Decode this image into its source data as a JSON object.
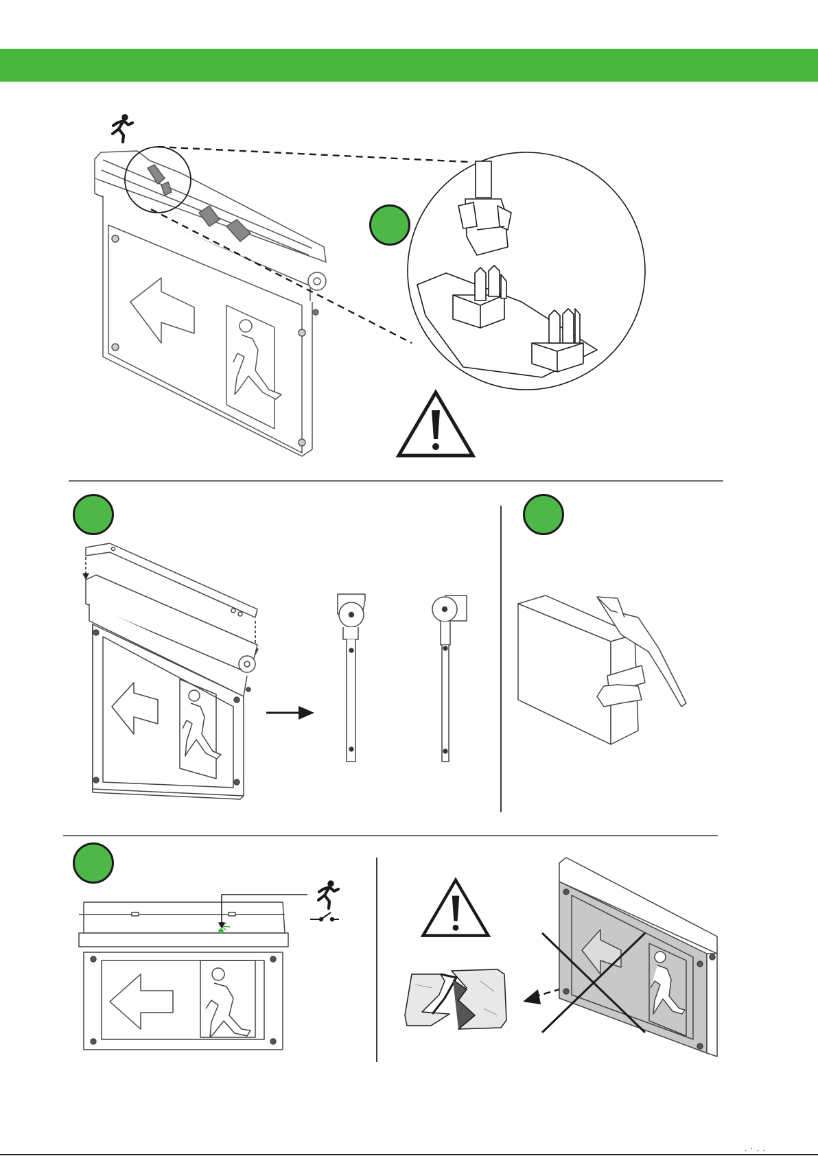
{
  "colors": {
    "accent_green": "#46b63d",
    "badge_green": "#4db848",
    "line": "#1a1a1a",
    "divider": "#6b6b6b",
    "gray_panel": "#c8c8c8",
    "glass": "#e8e8e8"
  },
  "icons": {
    "running_man": "running-man-icon",
    "warning": "warning-triangle-icon",
    "switch": "switch-icon",
    "arrow": "arrow-left-icon"
  },
  "steps": [
    {
      "id": "connector",
      "label": ""
    },
    {
      "id": "mounting-bracket",
      "label": ""
    },
    {
      "id": "battery-tape",
      "label": ""
    },
    {
      "id": "test-button",
      "label": ""
    }
  ],
  "footer": {
    "marks": [
      "-",
      "'",
      "-",
      "-"
    ]
  }
}
